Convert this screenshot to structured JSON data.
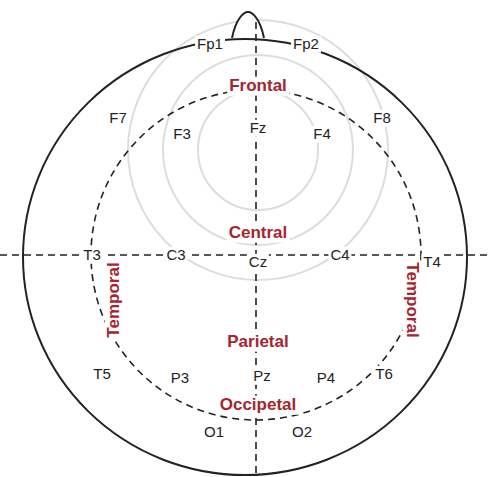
{
  "diagram": {
    "labels": [
      "Fp1",
      "Fp2",
      "Frontal",
      "F7",
      "F3",
      "Fz",
      "F4",
      "F8",
      "Central",
      "T3",
      "C3",
      "Cz",
      "C4",
      "T4",
      "Temporal",
      "Temporal",
      "T5",
      "P3",
      "Parietal",
      "Pz",
      "P4",
      "T6",
      "Occipetal",
      "O1",
      "O2"
    ]
  }
}
